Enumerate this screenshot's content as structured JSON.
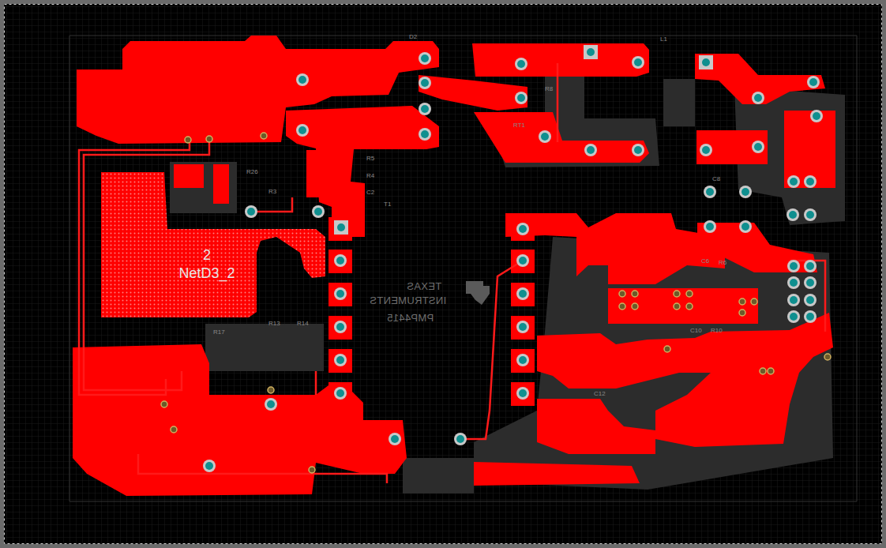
{
  "diagram": {
    "nodes": [
      {
        "text": [
          "2",
          "NetD3_2"
        ]
      }
    ],
    "labels": [
      "D2",
      "L1",
      "RT1",
      "R8",
      "R5",
      "R4",
      "C2",
      "T1",
      "R26",
      "R3",
      "R17",
      "R13",
      "R14",
      "C10",
      "R10",
      "C8",
      "C6",
      "R6",
      "C12",
      "TEXAS",
      "INSTRUMENTS",
      "PMP4415"
    ]
  }
}
